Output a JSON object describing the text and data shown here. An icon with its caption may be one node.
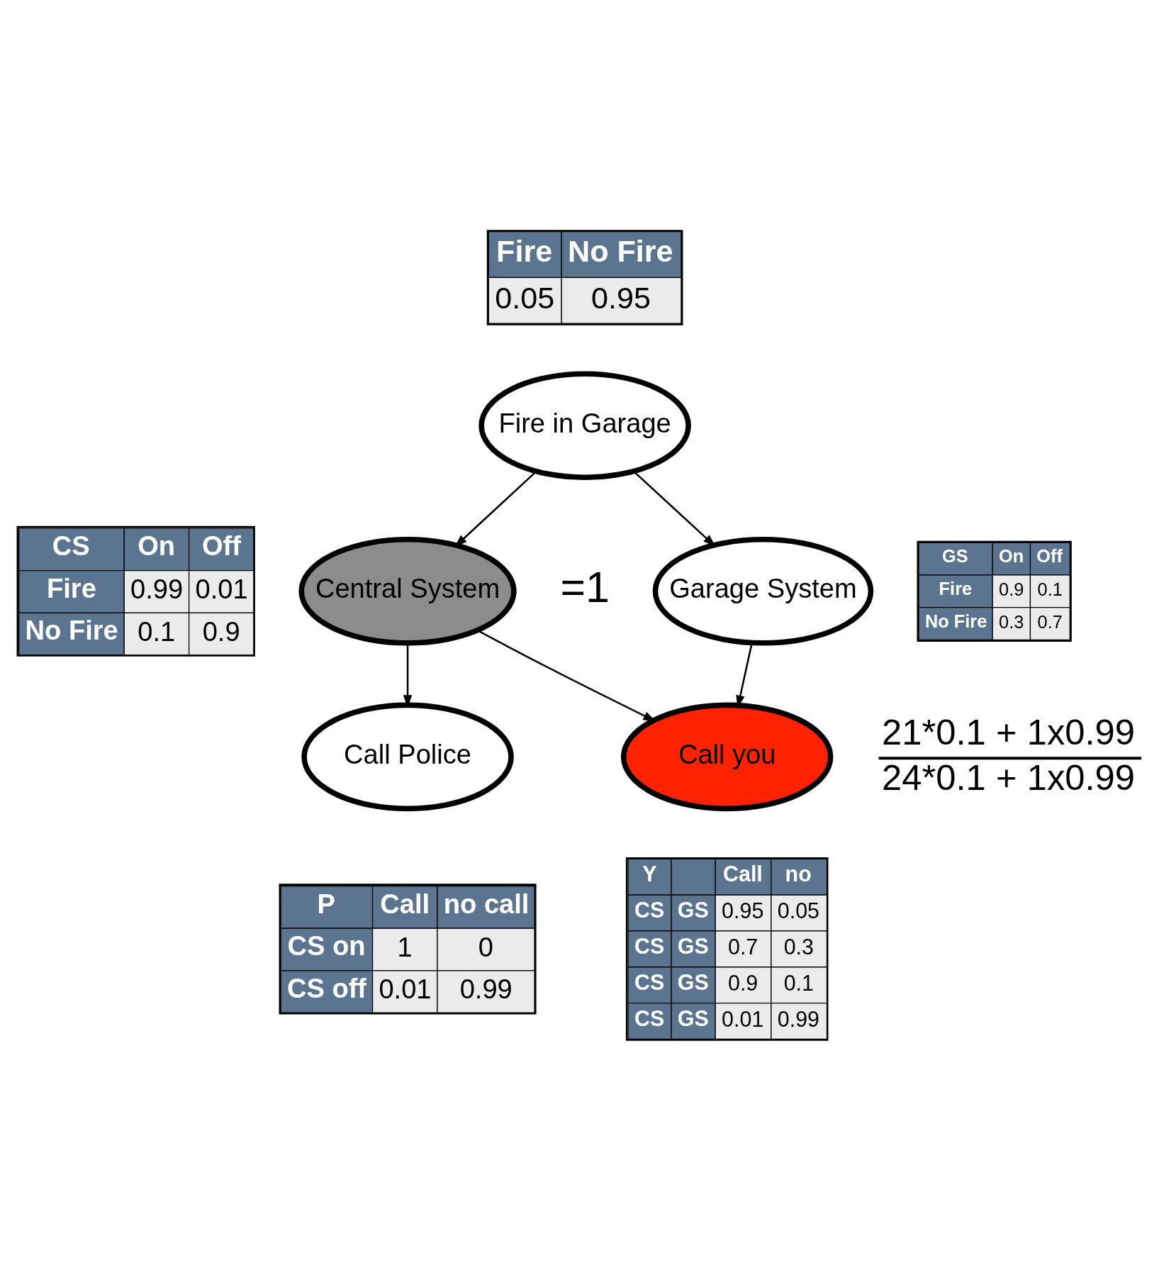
{
  "diagram": {
    "nodes": [
      {
        "text": [
          "Fire in Garage"
        ]
      },
      {
        "text": [
          "Central System"
        ]
      },
      {
        "text": [
          "Garage System"
        ]
      },
      {
        "text": [
          "Call Police"
        ]
      },
      {
        "text": [
          "Call you"
        ]
      }
    ],
    "edges": [
      {
        "from": 0,
        "to": 1,
        "arrow": "to"
      },
      {
        "from": 0,
        "to": 2,
        "arrow": "to"
      },
      {
        "from": 1,
        "to": 3,
        "arrow": "to"
      },
      {
        "from": 1,
        "to": 4,
        "arrow": "to"
      },
      {
        "from": 2,
        "to": 4,
        "arrow": "to"
      }
    ],
    "labels": [
      "Fire",
      "No Fire",
      "0.05",
      "0.95",
      "CS",
      "On",
      "Off",
      "Fire",
      "0.99",
      "0.01",
      "No Fire",
      "0.1",
      "0.9",
      "GS",
      "On",
      "Off",
      "Fire",
      "0.9",
      "0.1",
      "No Fire",
      "0.3",
      "0.7",
      "=1",
      "21*0.1 + 1x0.99",
      "24*0.1 + 1x0.99",
      "P",
      "Call",
      "no call",
      "CS on",
      "1",
      "0",
      "CS off",
      "0.01",
      "0.99",
      "Y",
      "Call",
      "no",
      "CS",
      "GS",
      "0.95",
      "0.05",
      "CS",
      "GS",
      "0.7",
      "0.3",
      "CS",
      "GS",
      "0.9",
      "0.1",
      "CS",
      "GS",
      "0.01",
      "0.99"
    ]
  }
}
